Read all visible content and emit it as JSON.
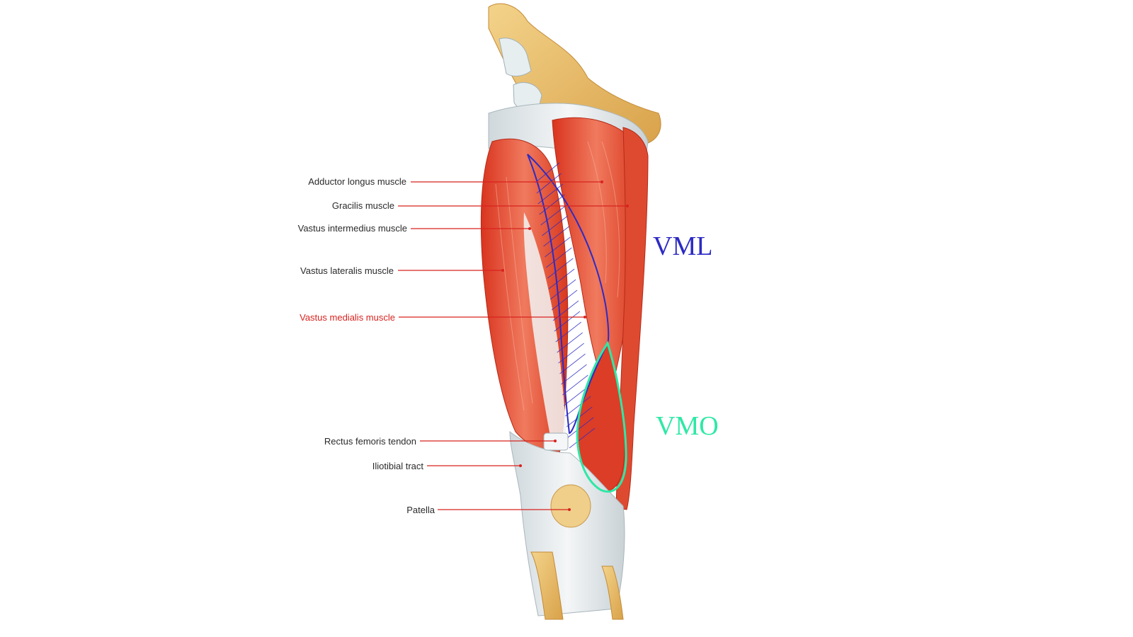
{
  "labels": [
    {
      "id": "adductor-longus",
      "text": "Adductor longus muscle"
    },
    {
      "id": "gracilis",
      "text": "Gracilis muscle"
    },
    {
      "id": "vastus-intermedius",
      "text": "Vastus intermedius muscle"
    },
    {
      "id": "vastus-lateralis",
      "text": "Vastus lateralis muscle"
    },
    {
      "id": "vastus-medialis",
      "text": "Vastus medialis muscle"
    },
    {
      "id": "rectus-femoris-tendon",
      "text": "Rectus femoris tendon"
    },
    {
      "id": "iliotibial-tract",
      "text": "Iliotibial tract"
    },
    {
      "id": "patella",
      "text": "Patella"
    }
  ],
  "regions": {
    "vml": {
      "text": "VML"
    },
    "vmo": {
      "text": "VMO"
    }
  },
  "colors": {
    "label_text": "#2a2a2a",
    "highlight_label": "#d8231f",
    "leader_line": "#d8231f",
    "vml_outline": "#2d2bc4",
    "vmo_outline": "#2ee8a6",
    "muscle": "#e2452f",
    "muscle_light": "#f08a6e",
    "tendon": "#e8ecee",
    "bone": "#e9bf62"
  }
}
